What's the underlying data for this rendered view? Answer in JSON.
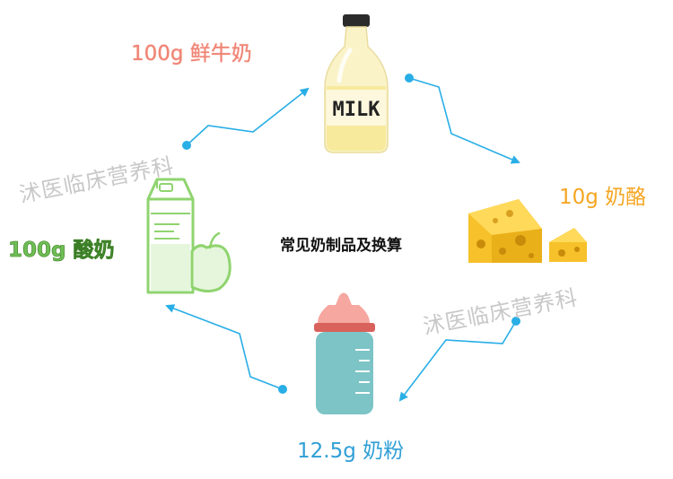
{
  "center_title": "常见奶制品及换算",
  "items": {
    "fresh_milk": {
      "label": "100g 鲜牛奶",
      "color": "#f08474"
    },
    "cheese": {
      "label": "10g  奶酪",
      "color": "#f5a623"
    },
    "milk_powder": {
      "label": "12.5g  奶粉",
      "color": "#2f9fd6"
    },
    "yogurt": {
      "label": "100g  酸奶",
      "color": "#6fbe55"
    }
  },
  "bottle_text": "MILK",
  "watermark": "沭医临床营养科",
  "arrow_color": "#29aee6"
}
